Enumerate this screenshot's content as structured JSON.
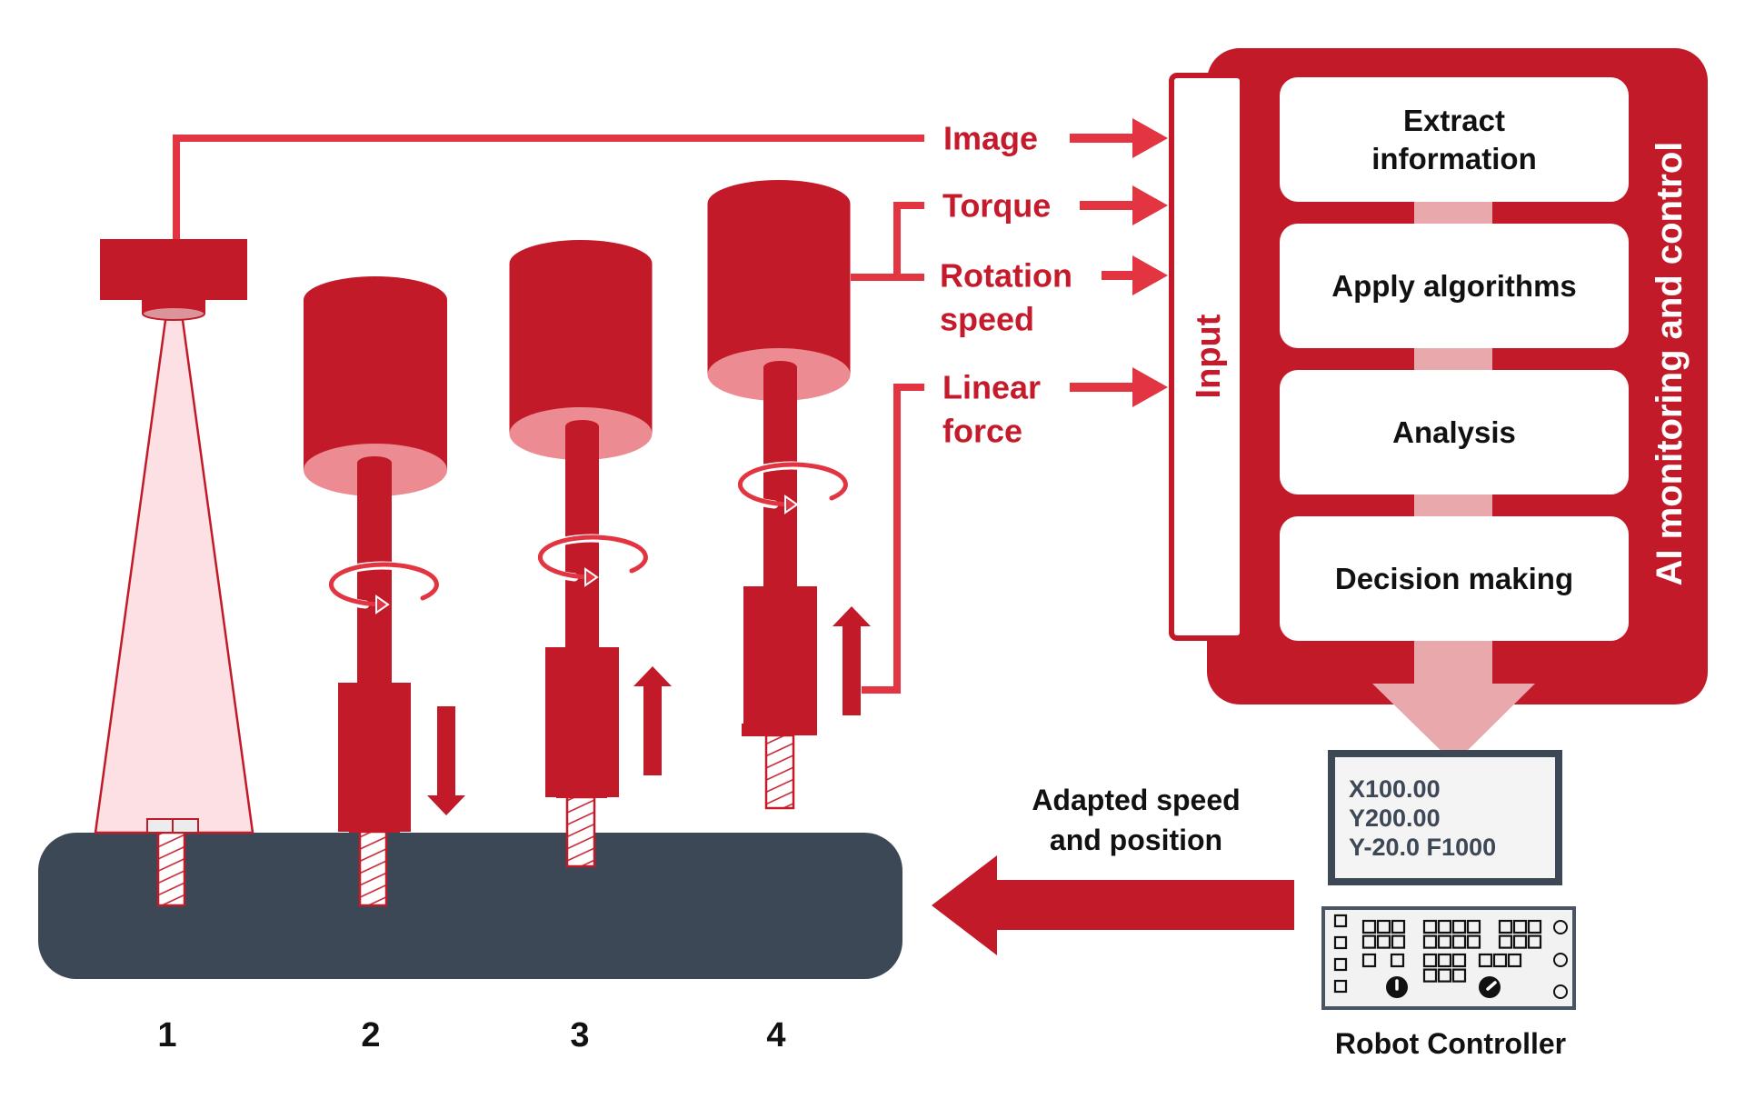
{
  "colors": {
    "primary_red": "#c21a28",
    "line_red": "#e23441",
    "pale_red": "#ec8b91",
    "light_pink": "#fde0e3",
    "connector_pink": "#e9a8ac",
    "base_slate": "#3c4856",
    "screw_head": "#ececec",
    "display_bg": "#f4f4f4"
  },
  "sensor_inputs": [
    {
      "id": "image",
      "lines": [
        "Image"
      ]
    },
    {
      "id": "torque",
      "lines": [
        "Torque"
      ]
    },
    {
      "id": "rotation-speed",
      "lines": [
        "Rotation",
        "speed"
      ]
    },
    {
      "id": "linear-force",
      "lines": [
        "Linear",
        "force"
      ]
    }
  ],
  "input_box": {
    "label": "Input"
  },
  "ai_panel": {
    "title": "AI monitoring and control",
    "steps": [
      {
        "lines": [
          "Extract",
          "information"
        ]
      },
      {
        "lines": [
          "Apply algorithms"
        ]
      },
      {
        "lines": [
          "Analysis"
        ]
      },
      {
        "lines": [
          "Decision making"
        ]
      }
    ]
  },
  "feedback": {
    "lines": [
      "Adapted speed",
      "and position"
    ]
  },
  "controller": {
    "display_lines": [
      "X100.00",
      "Y200.00",
      "Y-20.0 F1000"
    ],
    "label": "Robot Controller"
  },
  "process_steps": [
    {
      "number": "1",
      "stage": "camera-inspection",
      "motion": "none"
    },
    {
      "number": "2",
      "stage": "screw-driving",
      "motion": "down"
    },
    {
      "number": "3",
      "stage": "screw-removal",
      "motion": "up"
    },
    {
      "number": "4",
      "stage": "screw-lifted",
      "motion": "up"
    }
  ]
}
